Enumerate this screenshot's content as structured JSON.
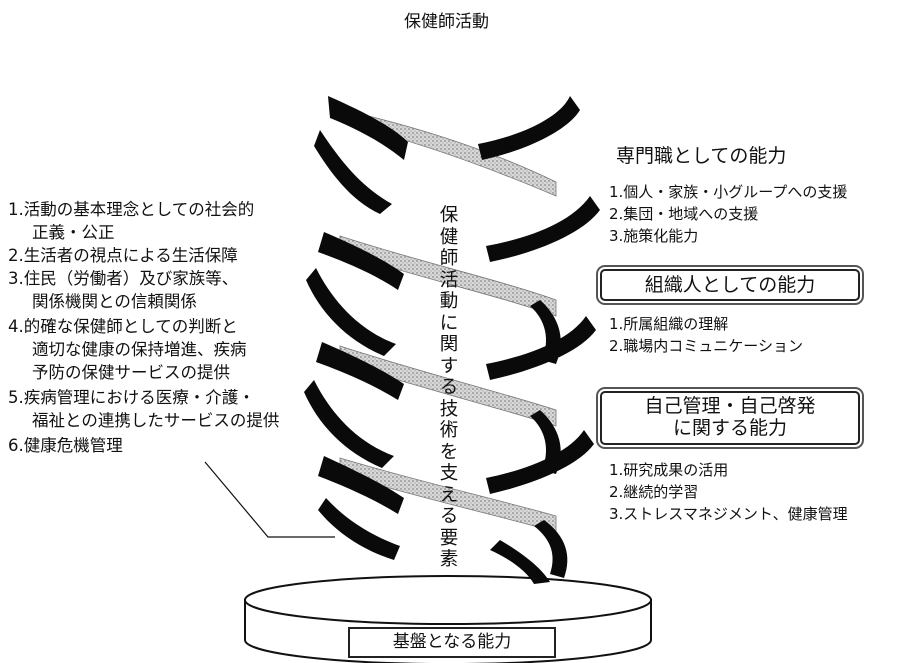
{
  "title": "保健師活動",
  "center_vertical_label": "保健師活動に関する技術を支える要素",
  "base_label": "基盤となる能力",
  "left_list": [
    "1.活動の基本理念としての社会的",
    "正義・公正",
    "2.生活者の視点による生活保障",
    "3.住民（労働者）及び家族等、",
    "関係機関との信頼関係",
    "4.的確な保健師としての判断と",
    "適切な健康の保持増進、疾病",
    "予防の保健サービスの提供",
    "5.疾病管理における医療・介護・",
    "福祉との連携したサービスの提供",
    "6.健康危機管理"
  ],
  "right": {
    "professional": {
      "heading": "専門職としての能力",
      "items": [
        "1.個人・家族・小グループへの支援",
        "2.集団・地域への支援",
        "3.施策化能力"
      ]
    },
    "organizational": {
      "heading": "組織人としての能力",
      "items": [
        "1.所属組織の理解",
        "2.職場内コミュニケーション"
      ]
    },
    "self_management": {
      "heading_line1": "自己管理・自己啓発",
      "heading_line2": "に関する能力",
      "items": [
        "1.研究成果の活用",
        "2.継続的学習",
        "3.ストレスマネジメント、健康管理"
      ]
    }
  }
}
